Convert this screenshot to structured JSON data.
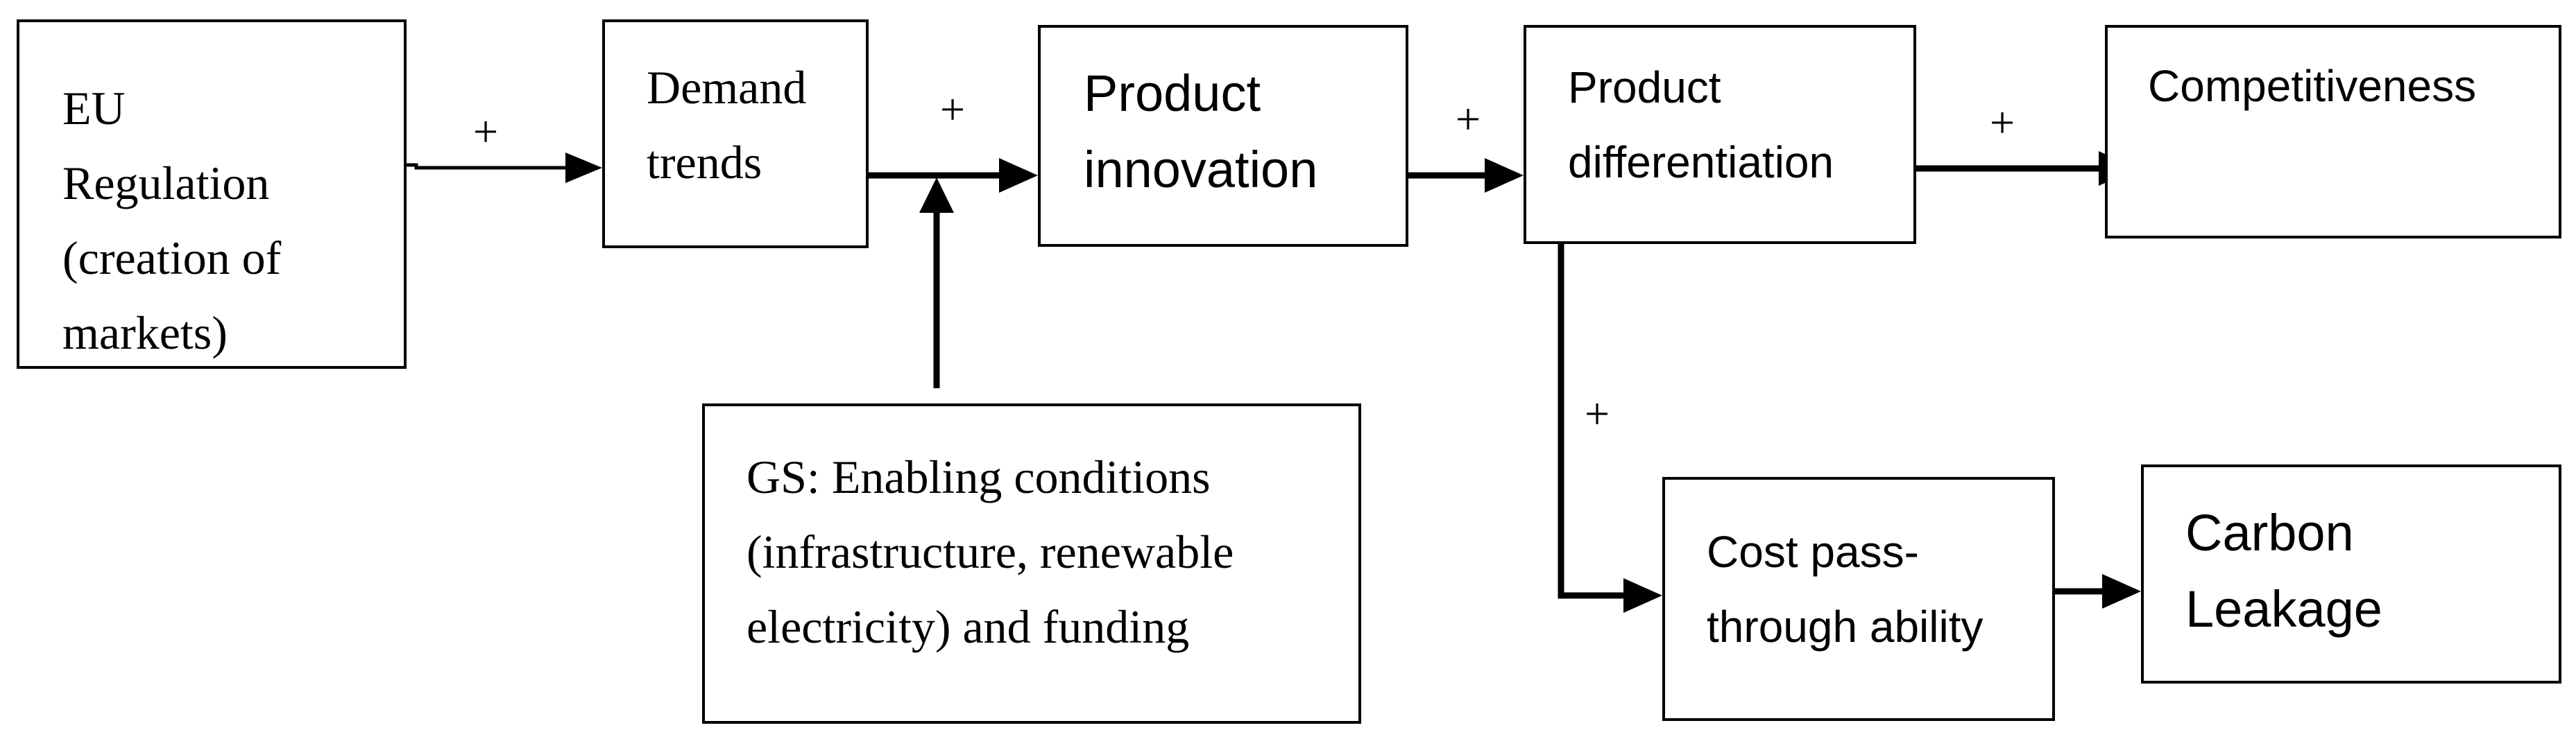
{
  "diagram": {
    "nodes": {
      "eu_regulation": {
        "label": "EU\nRegulation\n(creation of\nmarkets)"
      },
      "demand_trends": {
        "label": "Demand\ntrends"
      },
      "product_innovation": {
        "label": "Product\ninnovation"
      },
      "product_differentiation": {
        "label": "Product\ndifferentiation"
      },
      "competitiveness": {
        "label": "Competitiveness"
      },
      "gs_enabling": {
        "label": "GS: Enabling conditions\n(infrastructure, renewable\nelectricity) and funding"
      },
      "cost_pass_through": {
        "label": "Cost pass-\nthrough ability"
      },
      "carbon_leakage": {
        "label": "Carbon\nLeakage"
      }
    },
    "edges": [
      {
        "from": "eu_regulation",
        "to": "demand_trends",
        "sign": "+"
      },
      {
        "from": "demand_trends",
        "to": "product_innovation",
        "sign": "+"
      },
      {
        "from": "gs_enabling",
        "to": "demand-innovation link",
        "sign": ""
      },
      {
        "from": "product_innovation",
        "to": "product_differentiation",
        "sign": "+"
      },
      {
        "from": "product_differentiation",
        "to": "competitiveness",
        "sign": "+"
      },
      {
        "from": "product_differentiation",
        "to": "cost_pass_through",
        "sign": "+"
      },
      {
        "from": "cost_pass_through",
        "to": "carbon_leakage",
        "sign": ""
      }
    ]
  }
}
